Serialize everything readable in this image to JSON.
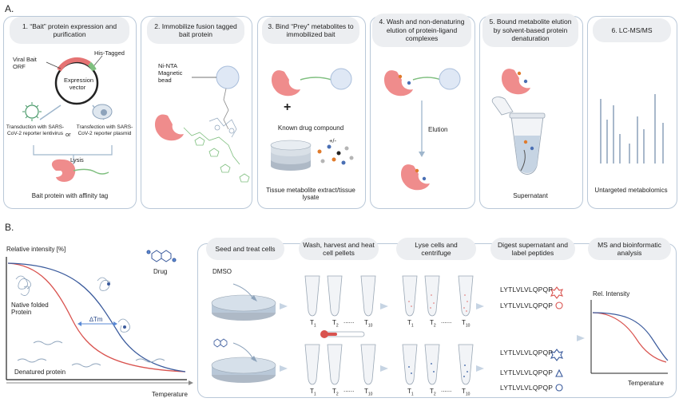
{
  "sections": {
    "a": "A.",
    "b": "B."
  },
  "panelA": {
    "steps": [
      "1. “Bait” protein expression and purification",
      "2. Immobilize fusion tagged bait protein",
      "3. Bind “Prey” metabolites to immobilized bait",
      "4. Wash and non-denaturing elution of protein-ligand complexes",
      "5. Bound metabolite elution by solvent-based protein denaturation",
      "6. LC-MS/MS"
    ],
    "p1": {
      "viral_bait": "Viral Bait ORF",
      "his_tagged": "His-Tagged",
      "expression_vector": "Expression vector",
      "transduction": "Transduction with SARS-CoV-2 reporter lentivirus",
      "or": "or",
      "transfection": "Transfection with SARS-CoV-2 reporter plasmid",
      "lysis": "Lysis",
      "bottom": "Bait protein with affinity tag"
    },
    "p2": {
      "bead": "Ni-NTA Magnetic bead"
    },
    "p3": {
      "plus": "+",
      "drug": "Known drug compound",
      "plusminus": "+/-",
      "lysate": "Tissue metabolite extract/tissue lysate"
    },
    "p4": {
      "elution": "Elution"
    },
    "p5": {
      "supernatant": "Supernatant"
    },
    "p6": {
      "bottom": "Untargeted metabolomics"
    }
  },
  "panelB": {
    "left": {
      "ylabel": "Relative intensity [%]",
      "drug": "Drug",
      "native": "Native folded Protein",
      "dtm": "∆Tm",
      "denatured": "Denatured protein",
      "xlabel": "Temperature"
    },
    "steps": [
      "Seed and treat cells",
      "Wash, harvest and heat cell pellets",
      "Lyse cells and centrifuge",
      "Digest supernatant and label peptides",
      "MS and bioinformatic analysis"
    ],
    "dmso": "DMSO",
    "tubes": [
      "T",
      "T",
      "T"
    ],
    "subs": [
      "1",
      "2",
      "10"
    ],
    "dots": "......",
    "peptides": [
      "LYTLVLVLQPQP",
      "LYTLVLVLQPQP",
      "LYTLVLVLQPQP",
      "LYTLVLVLQPQP",
      "LYTLVLVLQPQP"
    ],
    "result": {
      "ylabel": "Rel. Intensity",
      "xlabel": "Temperature"
    }
  },
  "colors": {
    "red": "#d9534f",
    "blue": "#3a5a9c",
    "panel_border": "#b9c8d8",
    "pill_bg": "#eceef1",
    "protein": "#ef8c8c"
  }
}
